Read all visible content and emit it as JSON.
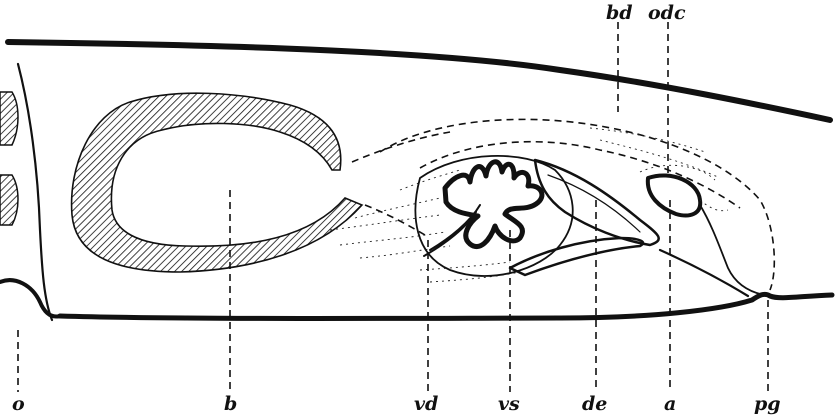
{
  "labels": {
    "bd": "bd",
    "odc": "odc",
    "o": "o",
    "b": "b",
    "vd": "vd",
    "vs": "vs",
    "de": "de",
    "a": "a",
    "pg": "pg"
  },
  "colors": {
    "ink": "#111111",
    "paper": "#ffffff"
  }
}
